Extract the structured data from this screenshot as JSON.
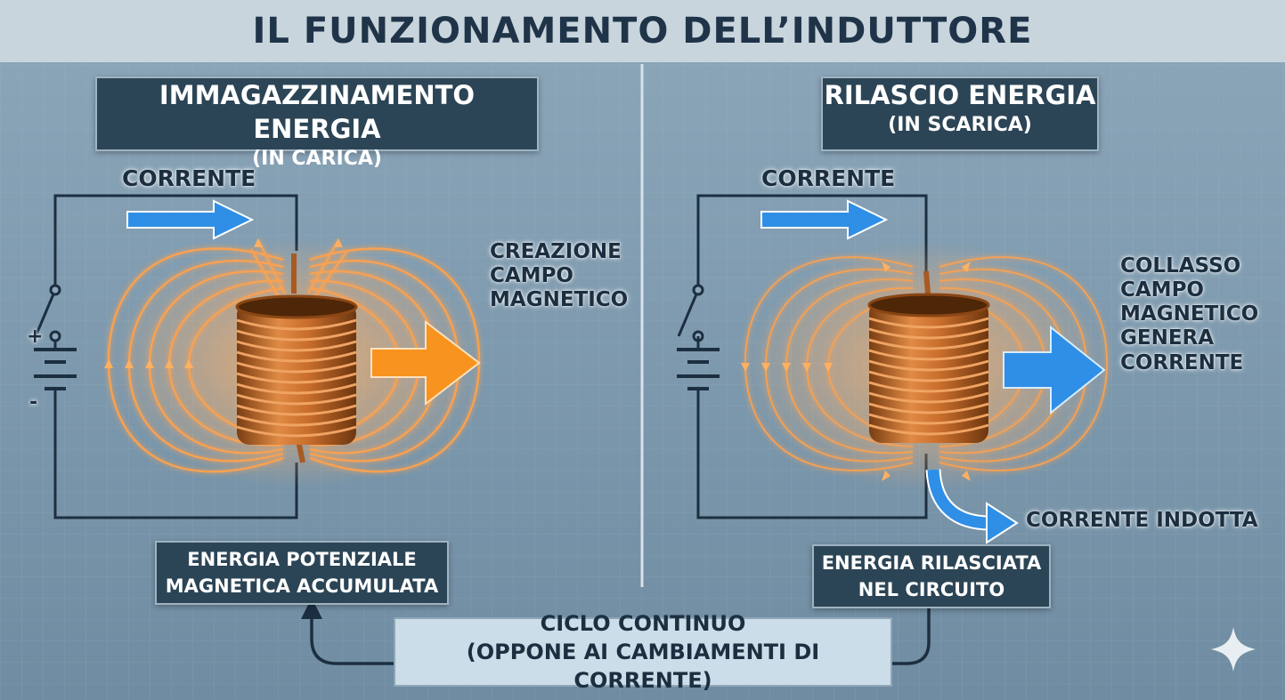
{
  "title": "IL FUNZIONAMENTO DELL’INDUTTORE",
  "left": {
    "heading_line1": "IMMAGAZZINAMENTO ENERGIA",
    "heading_line2": "(IN CARICA)",
    "current_label": "CORRENTE",
    "field_label": [
      "CREAZIONE",
      "CAMPO",
      "MAGNETICO"
    ],
    "battery_plus": "+",
    "battery_minus": "-",
    "energy_box": [
      "ENERGIA POTENZIALE",
      "MAGNETICA ACCUMULATA"
    ]
  },
  "right": {
    "heading_line1": "RILASCIO ENERGIA",
    "heading_line2": "(IN SCARICA)",
    "current_label": "CORRENTE",
    "field_label": [
      "COLLASSO",
      "CAMPO",
      "MAGNETICO",
      "GENERA",
      "CORRENTE"
    ],
    "induced_label": "CORRENTE INDOTTA",
    "energy_box": [
      "ENERGIA RILASCIATA",
      "NEL CIRCUITO"
    ]
  },
  "cycle": [
    "CICLO CONTINUO",
    "(OPPONE AI CAMBIAMENTI DI CORRENTE)"
  ],
  "colors": {
    "orange": "#f7931e",
    "blue": "#2f8fe6",
    "dark_panel": "#2c4556",
    "background": "#7e9bb1"
  },
  "icons": {
    "corner": "sparkle-icon"
  }
}
